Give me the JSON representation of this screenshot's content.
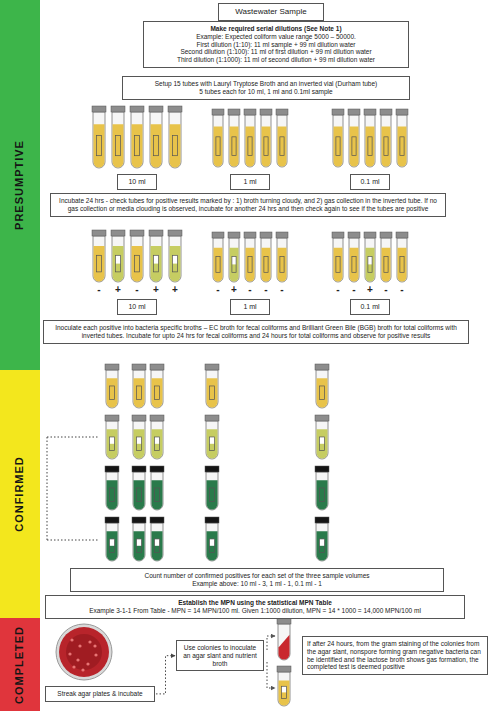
{
  "diagram": {
    "nodes": [
      {
        "text": [
          "PRESUMPTIVE"
        ]
      },
      {
        "text": [
          "CONFIRMED"
        ]
      },
      {
        "text": [
          "COMPLETED"
        ]
      },
      {
        "text": [
          "Wastewater Sample"
        ]
      },
      {
        "text": [
          "Make required serial dilutions (See Note 1)",
          "Example: Expected coliform value range 5000 – 50000.",
          "First dilution (1:10): 11 ml sample + 99 ml dilution water",
          "Second dilution (1:100): 11 ml of first dilution + 99 ml dilution water",
          "Third dilution (1:1000): 11 ml of second dilution + 99 ml dilution water"
        ]
      },
      {
        "text": [
          "Setup 15 tubes with Lauryl Tryptose Broth and an inverted vial (Durham tube)",
          "5 tubes each for 10 ml, 1 ml and 0.1ml sample"
        ]
      },
      {
        "text": [
          "10 ml"
        ]
      },
      {
        "text": [
          "1 ml"
        ]
      },
      {
        "text": [
          "0.1 ml"
        ]
      },
      {
        "text": [
          "Incubate 24 hrs - check tubes for positive results marked by : 1) broth turning cloudy, and 2) gas collection in the inverted tube. If no gas collection or media clouding is observed, incubate for another 24 hrs and then check again to see if the tubes are positive"
        ]
      },
      {
        "text": [
          "10 ml"
        ]
      },
      {
        "text": [
          "1 ml"
        ]
      },
      {
        "text": [
          "0.1 ml"
        ]
      },
      {
        "text": [
          "Inoculate each positive into bacteria specific broths – EC broth for fecal coliforms and Brilliant Green Bile (BGB) broth for total coliforms with inverted tubes. Incubate for upto 24 hrs for fecal coliforms and 24 hours for total coliforms and observe for positive results"
        ]
      },
      {
        "text": [
          "Count number of confirmed positives for each set of the three sample volumes",
          "Example above: 10 ml - 3, 1 ml - 1, 0.1 ml - 1"
        ]
      },
      {
        "text": [
          "Establish the MPN using the statistical MPN Table",
          "Example 3-1-1 From Table - MPN = 14 MPN/100 ml. Given 1:1000 dilution, MPN = 14 * 1000 = 14,000 MPN/100 ml"
        ]
      },
      {
        "text": [
          "Streak agar plates & incubate"
        ]
      },
      {
        "text": [
          "Use colonies to inoculate an agar slant and nutrient broth"
        ]
      },
      {
        "text": [
          "If after 24 hours, from the gram staining of the colonies from the agar slant, nonspore forming gram negative bacteria can be identified and the lactose broth shows gas formation, the completed test is deemed positive"
        ]
      }
    ],
    "edges": [
      {
        "from": 16,
        "to": 17,
        "arrow": "to"
      }
    ],
    "labels": [
      "-",
      "+",
      "-",
      "+",
      "+",
      "-",
      "+",
      "-",
      "-",
      "-",
      "-",
      "-",
      "+",
      "-",
      "-"
    ]
  }
}
